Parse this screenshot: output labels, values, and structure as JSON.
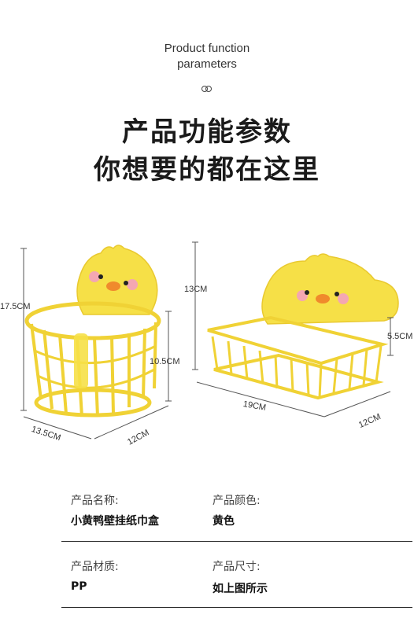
{
  "header": {
    "en_line1": "Product function",
    "en_line2": "parameters",
    "cn_line1": "产品功能参数",
    "cn_line2": "你想要的都在这里"
  },
  "dimensions": {
    "left": {
      "height": "17.5CM",
      "inner_height": "10.5CM",
      "depth": "13.5CM",
      "width": "12CM"
    },
    "right": {
      "height": "13CM",
      "inner_height": "5.5CM",
      "width": "19CM",
      "depth": "12CM"
    }
  },
  "specs": [
    {
      "label": "产品名称:",
      "value": "小黄鸭壁挂纸巾盒"
    },
    {
      "label": "产品颜色:",
      "value": "黄色"
    },
    {
      "label": "产品材质:",
      "value": "PP"
    },
    {
      "label": "产品尺寸:",
      "value": "如上图所示"
    }
  ],
  "colors": {
    "product_yellow": "#f6e047",
    "product_edge": "#e9c92f",
    "cheek": "#f4a7b2",
    "beak": "#f08a2c"
  }
}
